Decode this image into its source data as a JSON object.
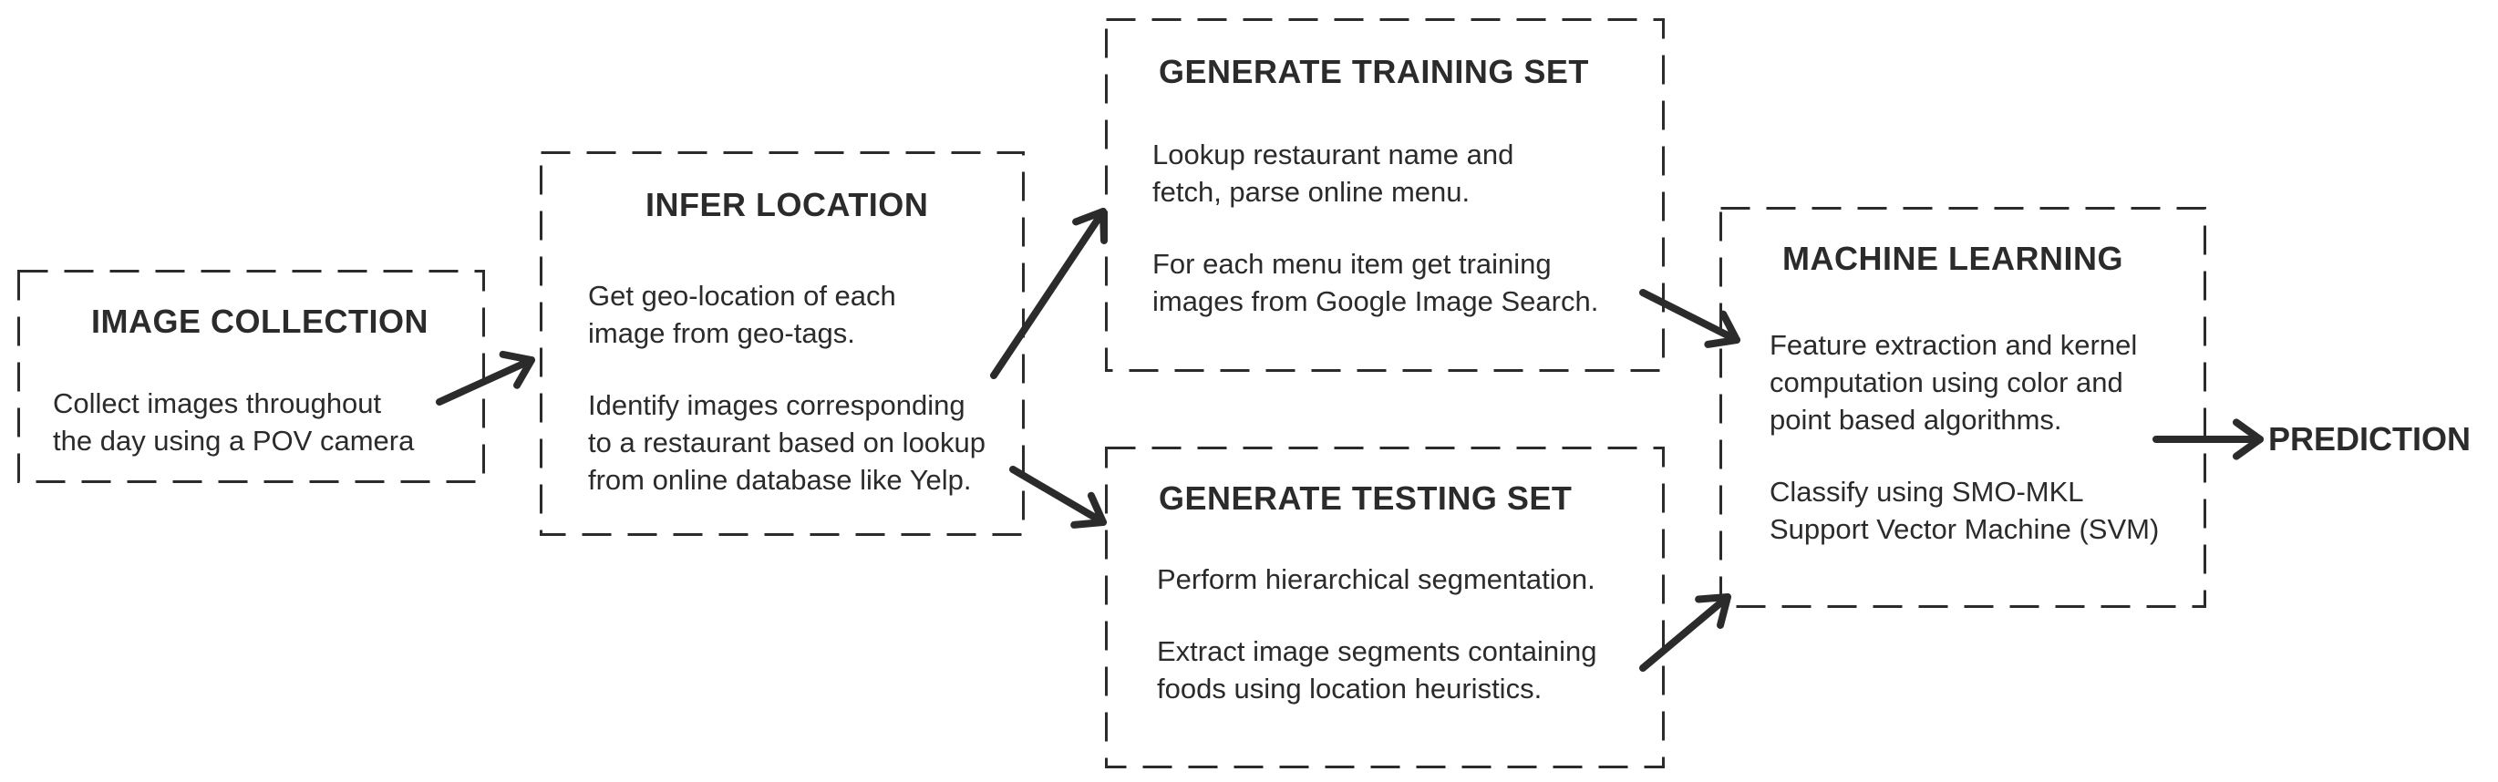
{
  "diagram": {
    "stroke_color": "#2b2b2b",
    "background_color": "#ffffff",
    "boxes": {
      "image_collection": {
        "title": "IMAGE COLLECTION",
        "paragraphs": [
          [
            "Collect images throughout",
            "the day using a POV camera"
          ]
        ]
      },
      "infer_location": {
        "title": "INFER LOCATION",
        "paragraphs": [
          [
            "Get geo-location of each",
            "image from geo-tags."
          ],
          [
            "Identify images corresponding",
            "to a restaurant based on lookup",
            "from online database like Yelp."
          ]
        ]
      },
      "generate_training_set": {
        "title": "GENERATE TRAINING SET",
        "paragraphs": [
          [
            "Lookup restaurant name and",
            "fetch, parse online menu."
          ],
          [
            "For each menu item get training",
            "images from Google Image Search."
          ]
        ]
      },
      "generate_testing_set": {
        "title": "GENERATE TESTING SET",
        "paragraphs": [
          [
            "Perform hierarchical segmentation."
          ],
          [
            "Extract image segments containing",
            "foods using location heuristics."
          ]
        ]
      },
      "machine_learning": {
        "title": "MACHINE LEARNING",
        "paragraphs": [
          [
            "Feature extraction and kernel",
            "computation using color and",
            "point based algorithms."
          ],
          [
            "Classify using SMO-MKL",
            "Support Vector Machine (SVM)"
          ]
        ]
      }
    },
    "final_label": "PREDICTION",
    "edges": [
      {
        "from": "image_collection",
        "to": "infer_location"
      },
      {
        "from": "infer_location",
        "to": "generate_training_set"
      },
      {
        "from": "infer_location",
        "to": "generate_testing_set"
      },
      {
        "from": "generate_training_set",
        "to": "machine_learning"
      },
      {
        "from": "generate_testing_set",
        "to": "machine_learning"
      },
      {
        "from": "machine_learning",
        "to": "prediction"
      }
    ]
  }
}
